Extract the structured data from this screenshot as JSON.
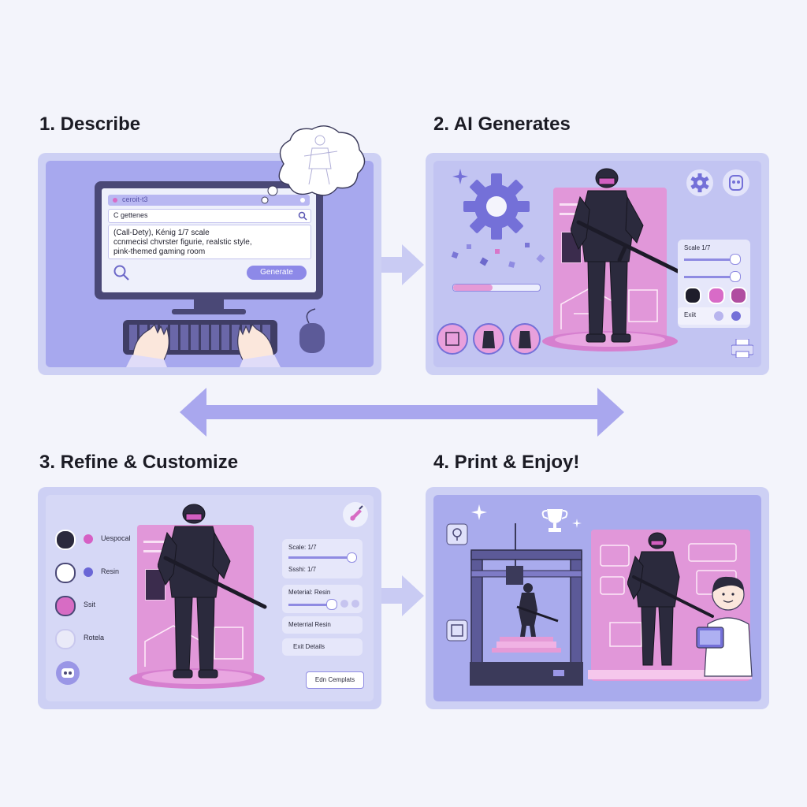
{
  "steps": [
    {
      "title": "1. Describe"
    },
    {
      "title": "2. AI Generates"
    },
    {
      "title": "3. Refine & Customize"
    },
    {
      "title": "4. Print & Enjoy!"
    }
  ],
  "describe": {
    "app_tab": "ceroit-t3",
    "search_placeholder": "C gettenes",
    "prompt_lines": [
      "(Call-Dety), Kénig 1/7 scale",
      "ccnmecisl chvrster figurie, realstic style,",
      "pink-themed gaming room"
    ],
    "generate_button": "Generate"
  },
  "generate": {
    "scale_label": "Scale 1/7",
    "edit_label": "Exiit",
    "progress": 0.45,
    "colors": [
      "#1e1d2b",
      "#d86bc7",
      "#b04ea0"
    ]
  },
  "refine": {
    "options": [
      {
        "label": "Uespocal",
        "swatch": "#2c2a3d",
        "dot": "#d660c4"
      },
      {
        "label": "Resin",
        "swatch": "#ffffff",
        "dot": "#6a66d6"
      },
      {
        "label": "Ssit",
        "swatch": "#d76cc4",
        "dot": ""
      },
      {
        "label": "Rotela",
        "swatch": "#eaeaf8",
        "dot": ""
      }
    ],
    "scale_label": "Scale: 1/7",
    "scale2_label": "Ssshi: 1/7",
    "material_label": "Meterial: Resin",
    "material2_label": "Meterrial Resin",
    "edit_details": "Exit Details",
    "edit_templates": "Edn Cemplats"
  },
  "icons": {
    "cog": "cog-icon",
    "search": "search-icon",
    "brush": "brush-icon",
    "trophy": "trophy-icon",
    "printer": "printer-icon"
  },
  "colors": {
    "accent": "#8b86ec",
    "pink": "#e59ad6",
    "dark": "#3b3a5a"
  }
}
